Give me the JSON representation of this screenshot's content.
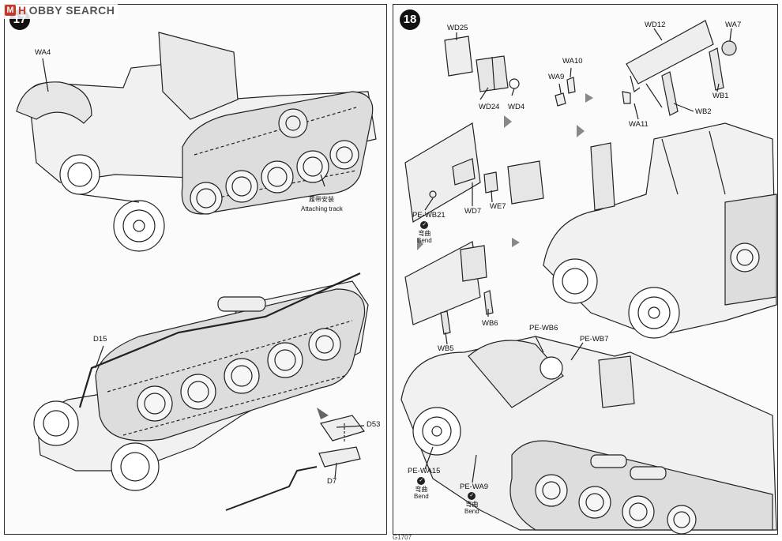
{
  "watermark": {
    "mark": "M",
    "brand_part1": "H",
    "brand_part2": "OBBY SEARCH"
  },
  "steps": [
    {
      "number": "17",
      "labels": {
        "wa4": "WA4",
        "d15": "D15",
        "d53": "D53",
        "d7": "D7"
      },
      "attaching_zh": "履带安装",
      "attaching_en": "Attaching track"
    },
    {
      "number": "18",
      "labels": {
        "wd25": "WD25",
        "wd24": "WD24",
        "wd4": "WD4",
        "wa10": "WA10",
        "wa9": "WA9",
        "wd12": "WD12",
        "wa7": "WA7",
        "wb1": "WB1",
        "wb2": "WB2",
        "wa11": "WA11",
        "pe_wb21": "PE-WB21",
        "wd7": "WD7",
        "we7": "WE7",
        "wb6": "WB6",
        "wb5": "WB5",
        "pe_wb6": "PE-WB6",
        "pe_wb7": "PE-WB7",
        "pe_wa15": "PE-WA15",
        "pe_wa9": "PE-WA9"
      },
      "bend_zh": "弯曲",
      "bend_en": "Bend"
    }
  ],
  "footer_text": "G1707"
}
